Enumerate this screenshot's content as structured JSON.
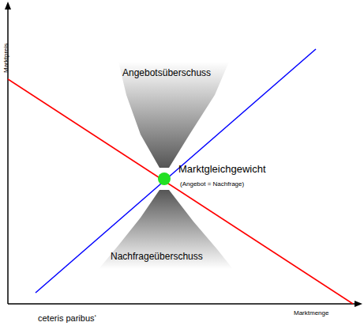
{
  "diagram": {
    "labels": [
      "Marktpreis",
      "Angebotsüberschuss",
      "Marktgleichgewicht",
      "(Angebot = Nachfrage)",
      "Nachfrageüberschuss",
      "Marktmenge",
      "ceteris paribus‘"
    ]
  }
}
